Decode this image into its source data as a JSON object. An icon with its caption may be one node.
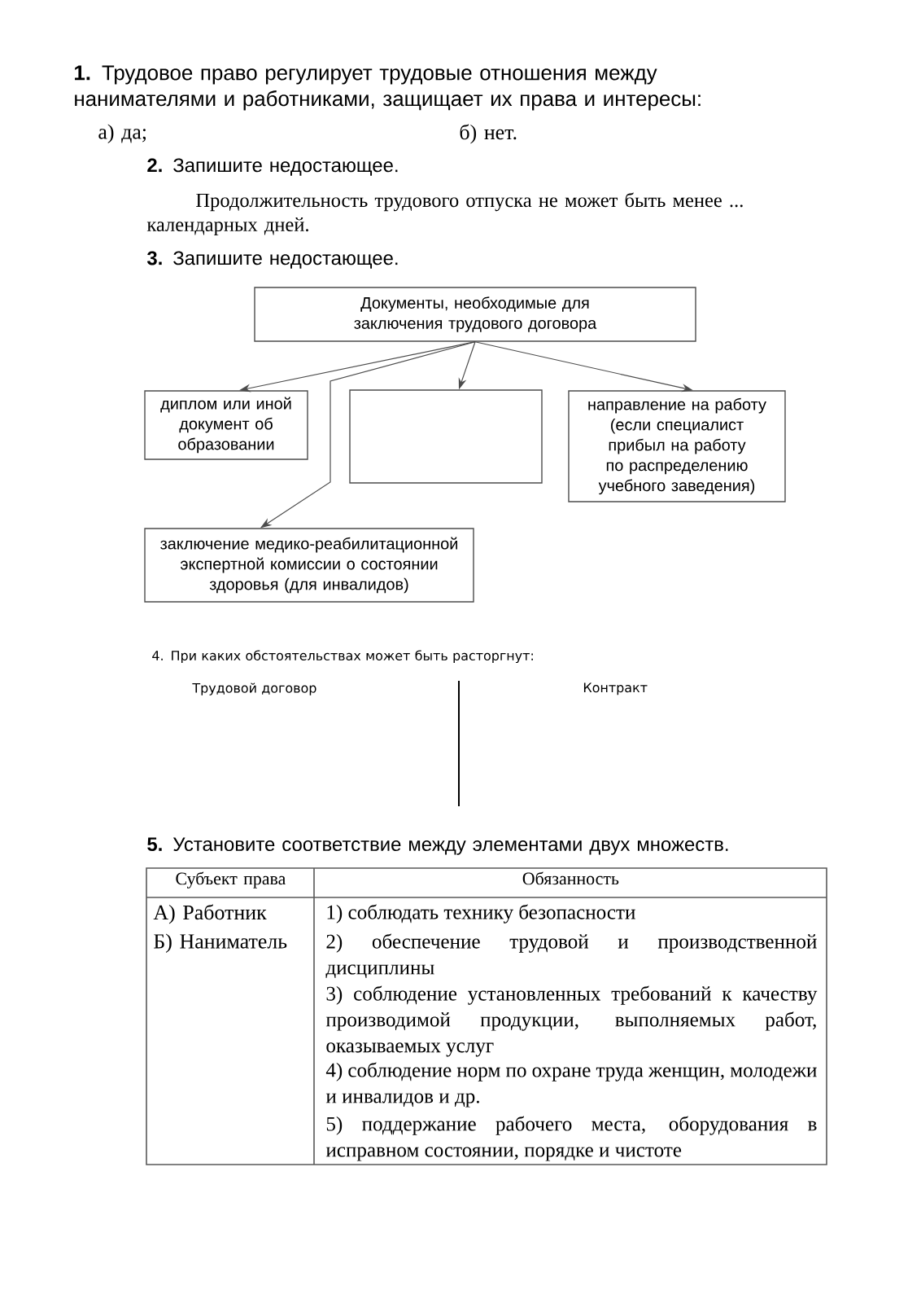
{
  "diagram": {
    "nodes": [
      {
        "text": [
          "Документы, необходимые для заключения трудового договора"
        ]
      },
      {
        "text": [
          "диплом или иной документ об образовании"
        ]
      },
      {
        "text": [],
        "shape": "box"
      },
      {
        "text": [
          "направление на работу (если специалист прибыл на работу по распределению учебного заведения)"
        ]
      },
      {
        "text": [
          "заключение медико-реабилитационной экспертной комиссии о состоянии здоровья (для инвалидов)"
        ]
      }
    ],
    "edges": [
      {
        "from": 0,
        "to": 1,
        "arrow": "to"
      },
      {
        "from": 0,
        "to": 2,
        "arrow": "to"
      },
      {
        "from": 0,
        "to": 3,
        "arrow": "to"
      },
      {
        "from": 0,
        "to": 4,
        "arrow": "to"
      }
    ],
    "labels": [
      "**1.** Трудовое право регулирует трудовые отношения между нанимателями и работниками, защищает их права и интересы:",
      "а) да;",
      "б) нет.",
      "**2.** Запишите недостающее.",
      "Продолжительность трудового отпуска не может быть менее ... календарных дней.",
      "**3.** Запишите недостающее.",
      "4. При каких обстоятельствах может быть расторгнут:",
      "Трудовой договор",
      "Контракт",
      "**5.** Установите соответствие между элементами двух множеств.",
      "Субъект права",
      "Обязанность",
      "А) Работник",
      "Б) Наниматель",
      "1) соблюдать технику безопасности",
      "2) обеспечение трудовой и производственной дисциплины",
      "3) соблюдение установленных требований к качеству производимой продукции, выполняемых работ, оказываемых услуг",
      "4) соблюдение норм по охране труда женщин, молодежи и инвалидов и др.",
      "5) поддержание рабочего места, оборудования в исправном состоянии, порядке и чистоте"
    ]
  }
}
